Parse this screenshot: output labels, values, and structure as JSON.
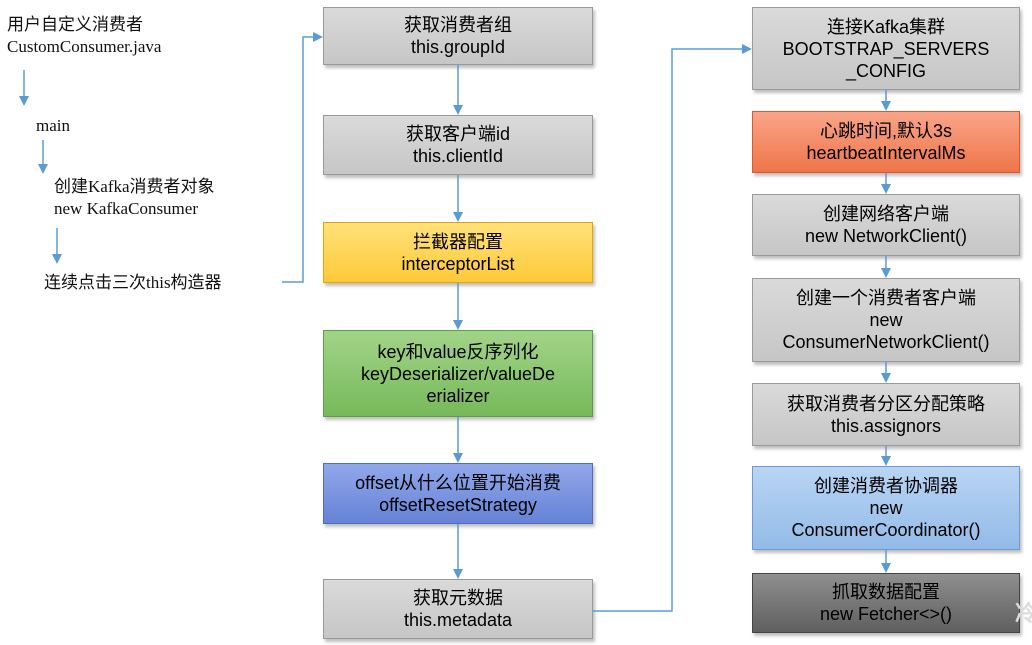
{
  "left": {
    "title": "用户自定义消费者",
    "file": "CustomConsumer.java",
    "main": "main",
    "create_line1": "创建Kafka消费者对象",
    "create_line2": "new KafkaConsumer",
    "ctor": "连续点击三次this构造器"
  },
  "col1": [
    {
      "lines": [
        "获取消费者组",
        "this.groupId"
      ],
      "color": "#c9c9c9"
    },
    {
      "lines": [
        "获取客户端id",
        "this.clientId"
      ],
      "color": "#c9c9c9"
    },
    {
      "lines": [
        "拦截器配置",
        "interceptorList"
      ],
      "color": "#fec938"
    },
    {
      "lines": [
        "key和value反序列化",
        "keyDeserializer/valueDe",
        "erializer"
      ],
      "color": "#77b95a"
    },
    {
      "lines": [
        "offset从什么位置开始消费",
        "offsetResetStrategy"
      ],
      "color": "#6682d6"
    },
    {
      "lines": [
        "获取元数据",
        "this.metadata"
      ],
      "color": "#c9c9c9"
    }
  ],
  "col2": [
    {
      "lines": [
        "连接Kafka集群",
        "BOOTSTRAP_SERVERS",
        "_CONFIG"
      ],
      "color": "#c9c9c9"
    },
    {
      "lines": [
        "心跳时间,默认3s",
        "heartbeatIntervalMs"
      ],
      "color": "#ef7548"
    },
    {
      "lines": [
        "创建网络客户端",
        "new NetworkClient()"
      ],
      "color": "#c9c9c9"
    },
    {
      "lines": [
        "创建一个消费者客户端",
        "new",
        "ConsumerNetworkClient()"
      ],
      "color": "#c9c9c9"
    },
    {
      "lines": [
        "获取消费者分区分配策略",
        "this.assignors"
      ],
      "color": "#c9c9c9"
    },
    {
      "lines": [
        "创建消费者协调器",
        "new",
        "ConsumerCoordinator()"
      ],
      "color": "#93bbe8"
    },
    {
      "lines": [
        "抓取数据配置",
        "new Fetcher<>()"
      ],
      "color": "#5f5f5f"
    }
  ],
  "colors": {
    "arrow": "#5b9bd5"
  }
}
